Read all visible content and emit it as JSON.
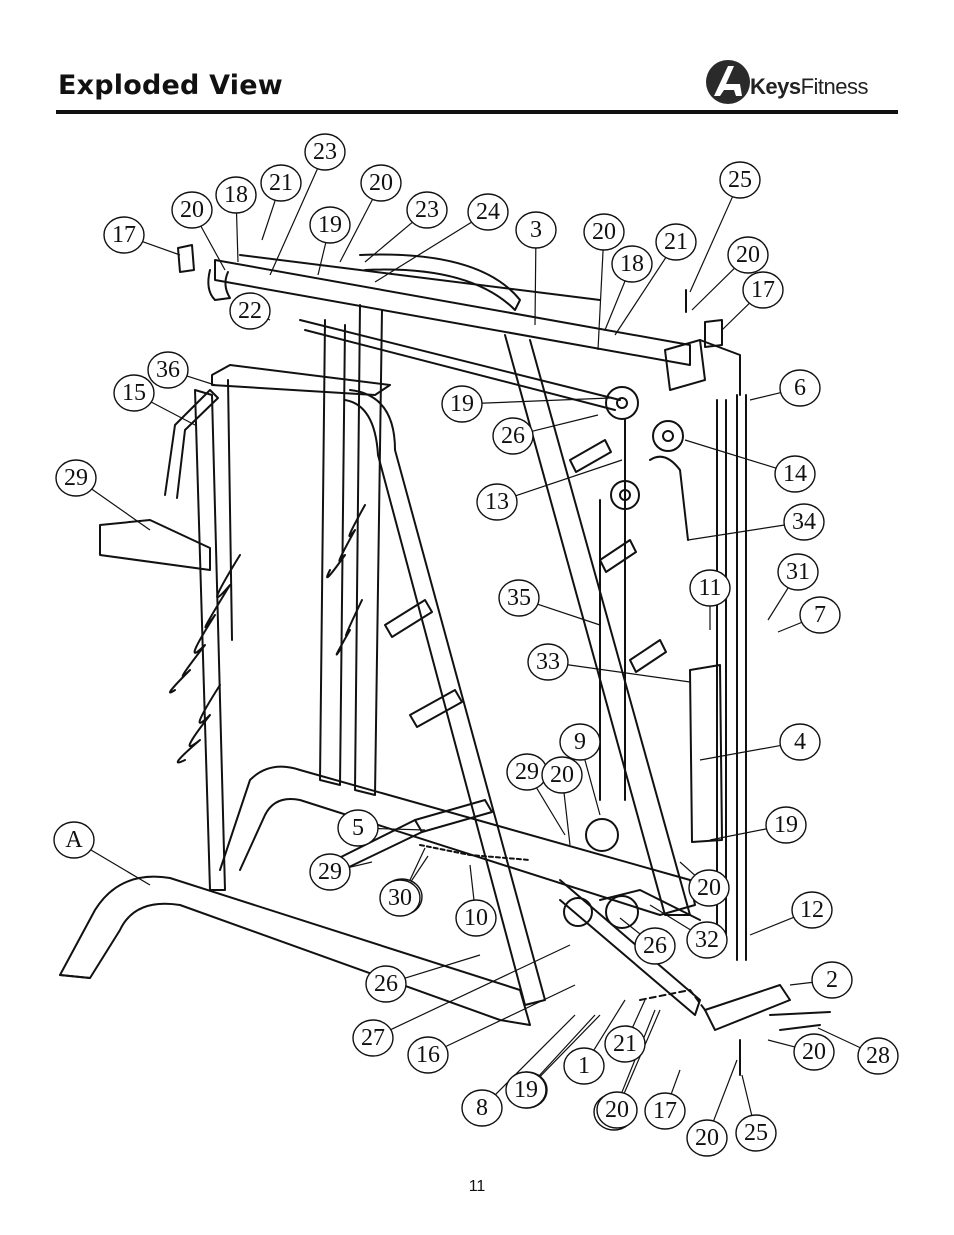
{
  "header": {
    "title": "Exploded View",
    "brand_prefix": "Keys",
    "brand_suffix": "Fitness"
  },
  "page_number": "11",
  "callouts": [
    "23",
    "21",
    "18",
    "20",
    "17",
    "19",
    "20",
    "23",
    "24",
    "3",
    "20",
    "21",
    "18",
    "25",
    "20",
    "17",
    "6",
    "14",
    "34",
    "31",
    "7",
    "11",
    "4",
    "19",
    "20",
    "12",
    "2",
    "28",
    "20",
    "25",
    "20",
    "17",
    "20",
    "26",
    "32",
    "29",
    "20",
    "9",
    "33",
    "35",
    "13",
    "26",
    "19",
    "19",
    "30",
    "22",
    "36",
    "15",
    "29",
    "A",
    "5",
    "29",
    "30",
    "10",
    "26",
    "27",
    "16",
    "8",
    "19",
    "1",
    "21",
    "20"
  ],
  "colors": {
    "ink": "#111111",
    "paper": "#ffffff"
  }
}
